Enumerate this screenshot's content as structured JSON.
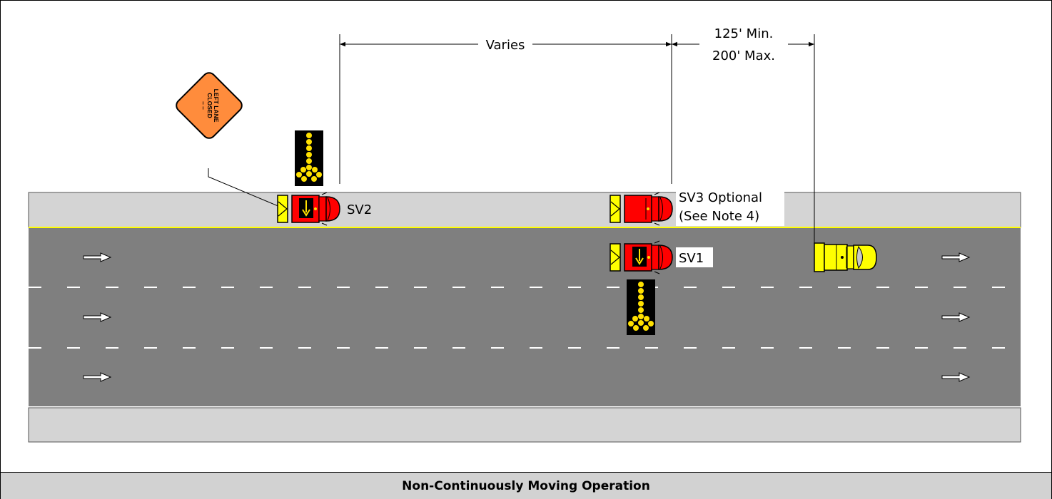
{
  "diagram": {
    "dimensions": {
      "varies": "Varies",
      "gap_min": "125' Min.",
      "gap_max": "200' Max."
    },
    "sign": {
      "line1": "LEFT LANE",
      "line2": "CLOSED",
      "line3": "– –"
    },
    "vehicles": {
      "sv2": "SV2",
      "sv3_line1": "SV3 Optional",
      "sv3_line2": "(See Note 4)",
      "sv1": "SV1"
    },
    "colors": {
      "pavement": "#7f7f7f",
      "shoulder": "#d4d4d4",
      "edge_line": "#ffff00",
      "shadow_vehicle": "#ff0000",
      "advance_vehicle": "#ffff00",
      "sign": "#ff8c3c",
      "arrow_board_light": "#ffe000"
    }
  },
  "footer": {
    "title": "Non-Continuously Moving Operation"
  }
}
